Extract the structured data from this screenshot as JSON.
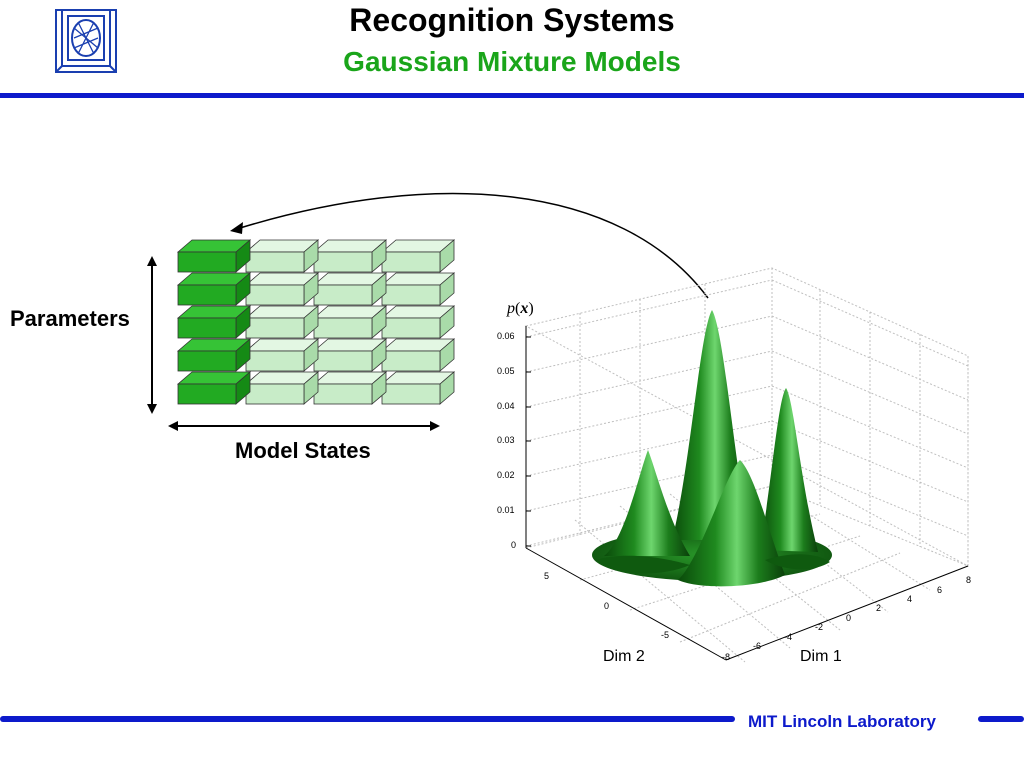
{
  "header": {
    "title": "Recognition Systems",
    "subtitle": "Gaussian Mixture Models",
    "logo_icon": "mit-ll-logo-icon"
  },
  "diagram": {
    "parameters_label": "Parameters",
    "model_states_label": "Model States",
    "active_state_color": "#22aa22",
    "inactive_state_color": "#c8ecc8"
  },
  "plot": {
    "pdf_label_p": "p",
    "pdf_label_open": "(",
    "pdf_label_x": "x",
    "pdf_label_close": ")",
    "z_ticks": [
      "0.06",
      "0.05",
      "0.04",
      "0.03",
      "0.02",
      "0.01",
      "0"
    ],
    "dim2_ticks": [
      "5",
      "0",
      "-5"
    ],
    "dim1_ticks": [
      "-8",
      "-6",
      "-4",
      "-2",
      "0",
      "2",
      "4",
      "6",
      "8"
    ],
    "dim2_label": "Dim 2",
    "dim1_label": "Dim 1",
    "surface_color": "#1e7a1e"
  },
  "footer": {
    "org": "MIT Lincoln Laboratory",
    "accent": "#0d1acb"
  }
}
